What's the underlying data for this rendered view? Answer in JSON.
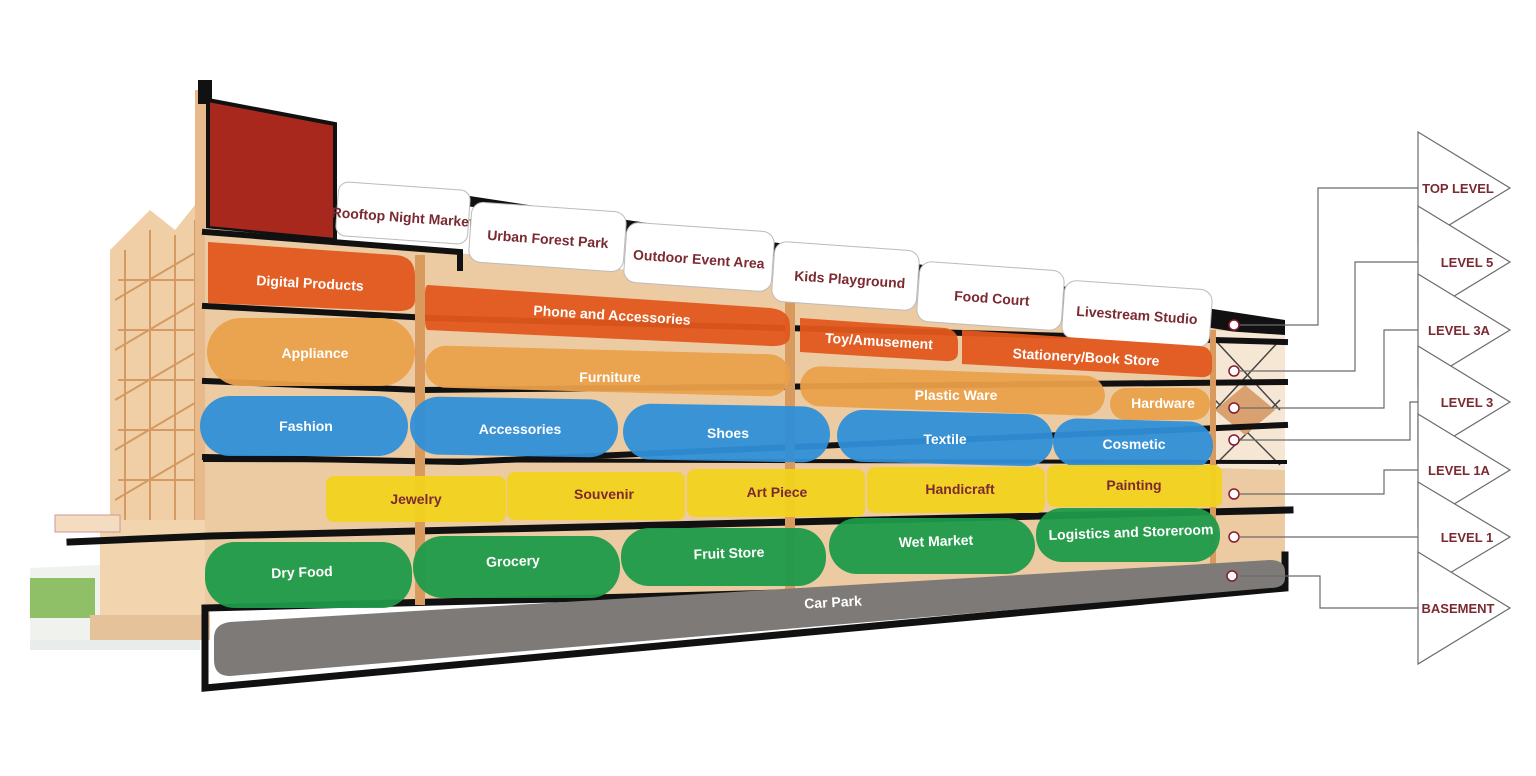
{
  "colors": {
    "white_zone": "#ffffff",
    "red_orange": "#e2571e",
    "orange": "#eaa04a",
    "blue": "#2f8fd8",
    "yellow": "#f2d21e",
    "green": "#1f9a4a",
    "gray": "#7d7a78",
    "label_text": "#7a2a30",
    "structure": "#e8b98a",
    "slab": "#111111",
    "roof_panel": "#a8281e"
  },
  "zones": {
    "rooftop_night_market": "Rooftop Night Market",
    "urban_forest_park": "Urban Forest Park",
    "outdoor_event_area": "Outdoor Event Area",
    "kids_playground": "Kids Playground",
    "food_court": "Food Court",
    "livestream_studio": "Livestream Studio",
    "digital_products": "Digital Products",
    "phone_and_accessories": "Phone and Accessories",
    "toy_amusement": "Toy/Amusement",
    "stationery_book_store": "Stationery/Book Store",
    "appliance": "Appliance",
    "furniture": "Furniture",
    "plastic_ware": "Plastic Ware",
    "hardware": "Hardware",
    "fashion": "Fashion",
    "accessories": "Accessories",
    "shoes": "Shoes",
    "textile": "Textile",
    "cosmetic": "Cosmetic",
    "jewelry": "Jewelry",
    "souvenir": "Souvenir",
    "art_piece": "Art Piece",
    "handicraft": "Handicraft",
    "painting": "Painting",
    "dry_food": "Dry Food",
    "grocery": "Grocery",
    "fruit_store": "Fruit Store",
    "wet_market": "Wet Market",
    "logistics_and_storeroom": "Logistics and Storeroom",
    "car_park": "Car Park"
  },
  "levels": {
    "top_level": "TOP LEVEL",
    "level_5": "LEVEL  5",
    "level_3a": "LEVEL  3A",
    "level_3": "LEVEL  3",
    "level_1a": "LEVEL  1A",
    "level_1": "LEVEL  1",
    "basement": "BASEMENT"
  }
}
